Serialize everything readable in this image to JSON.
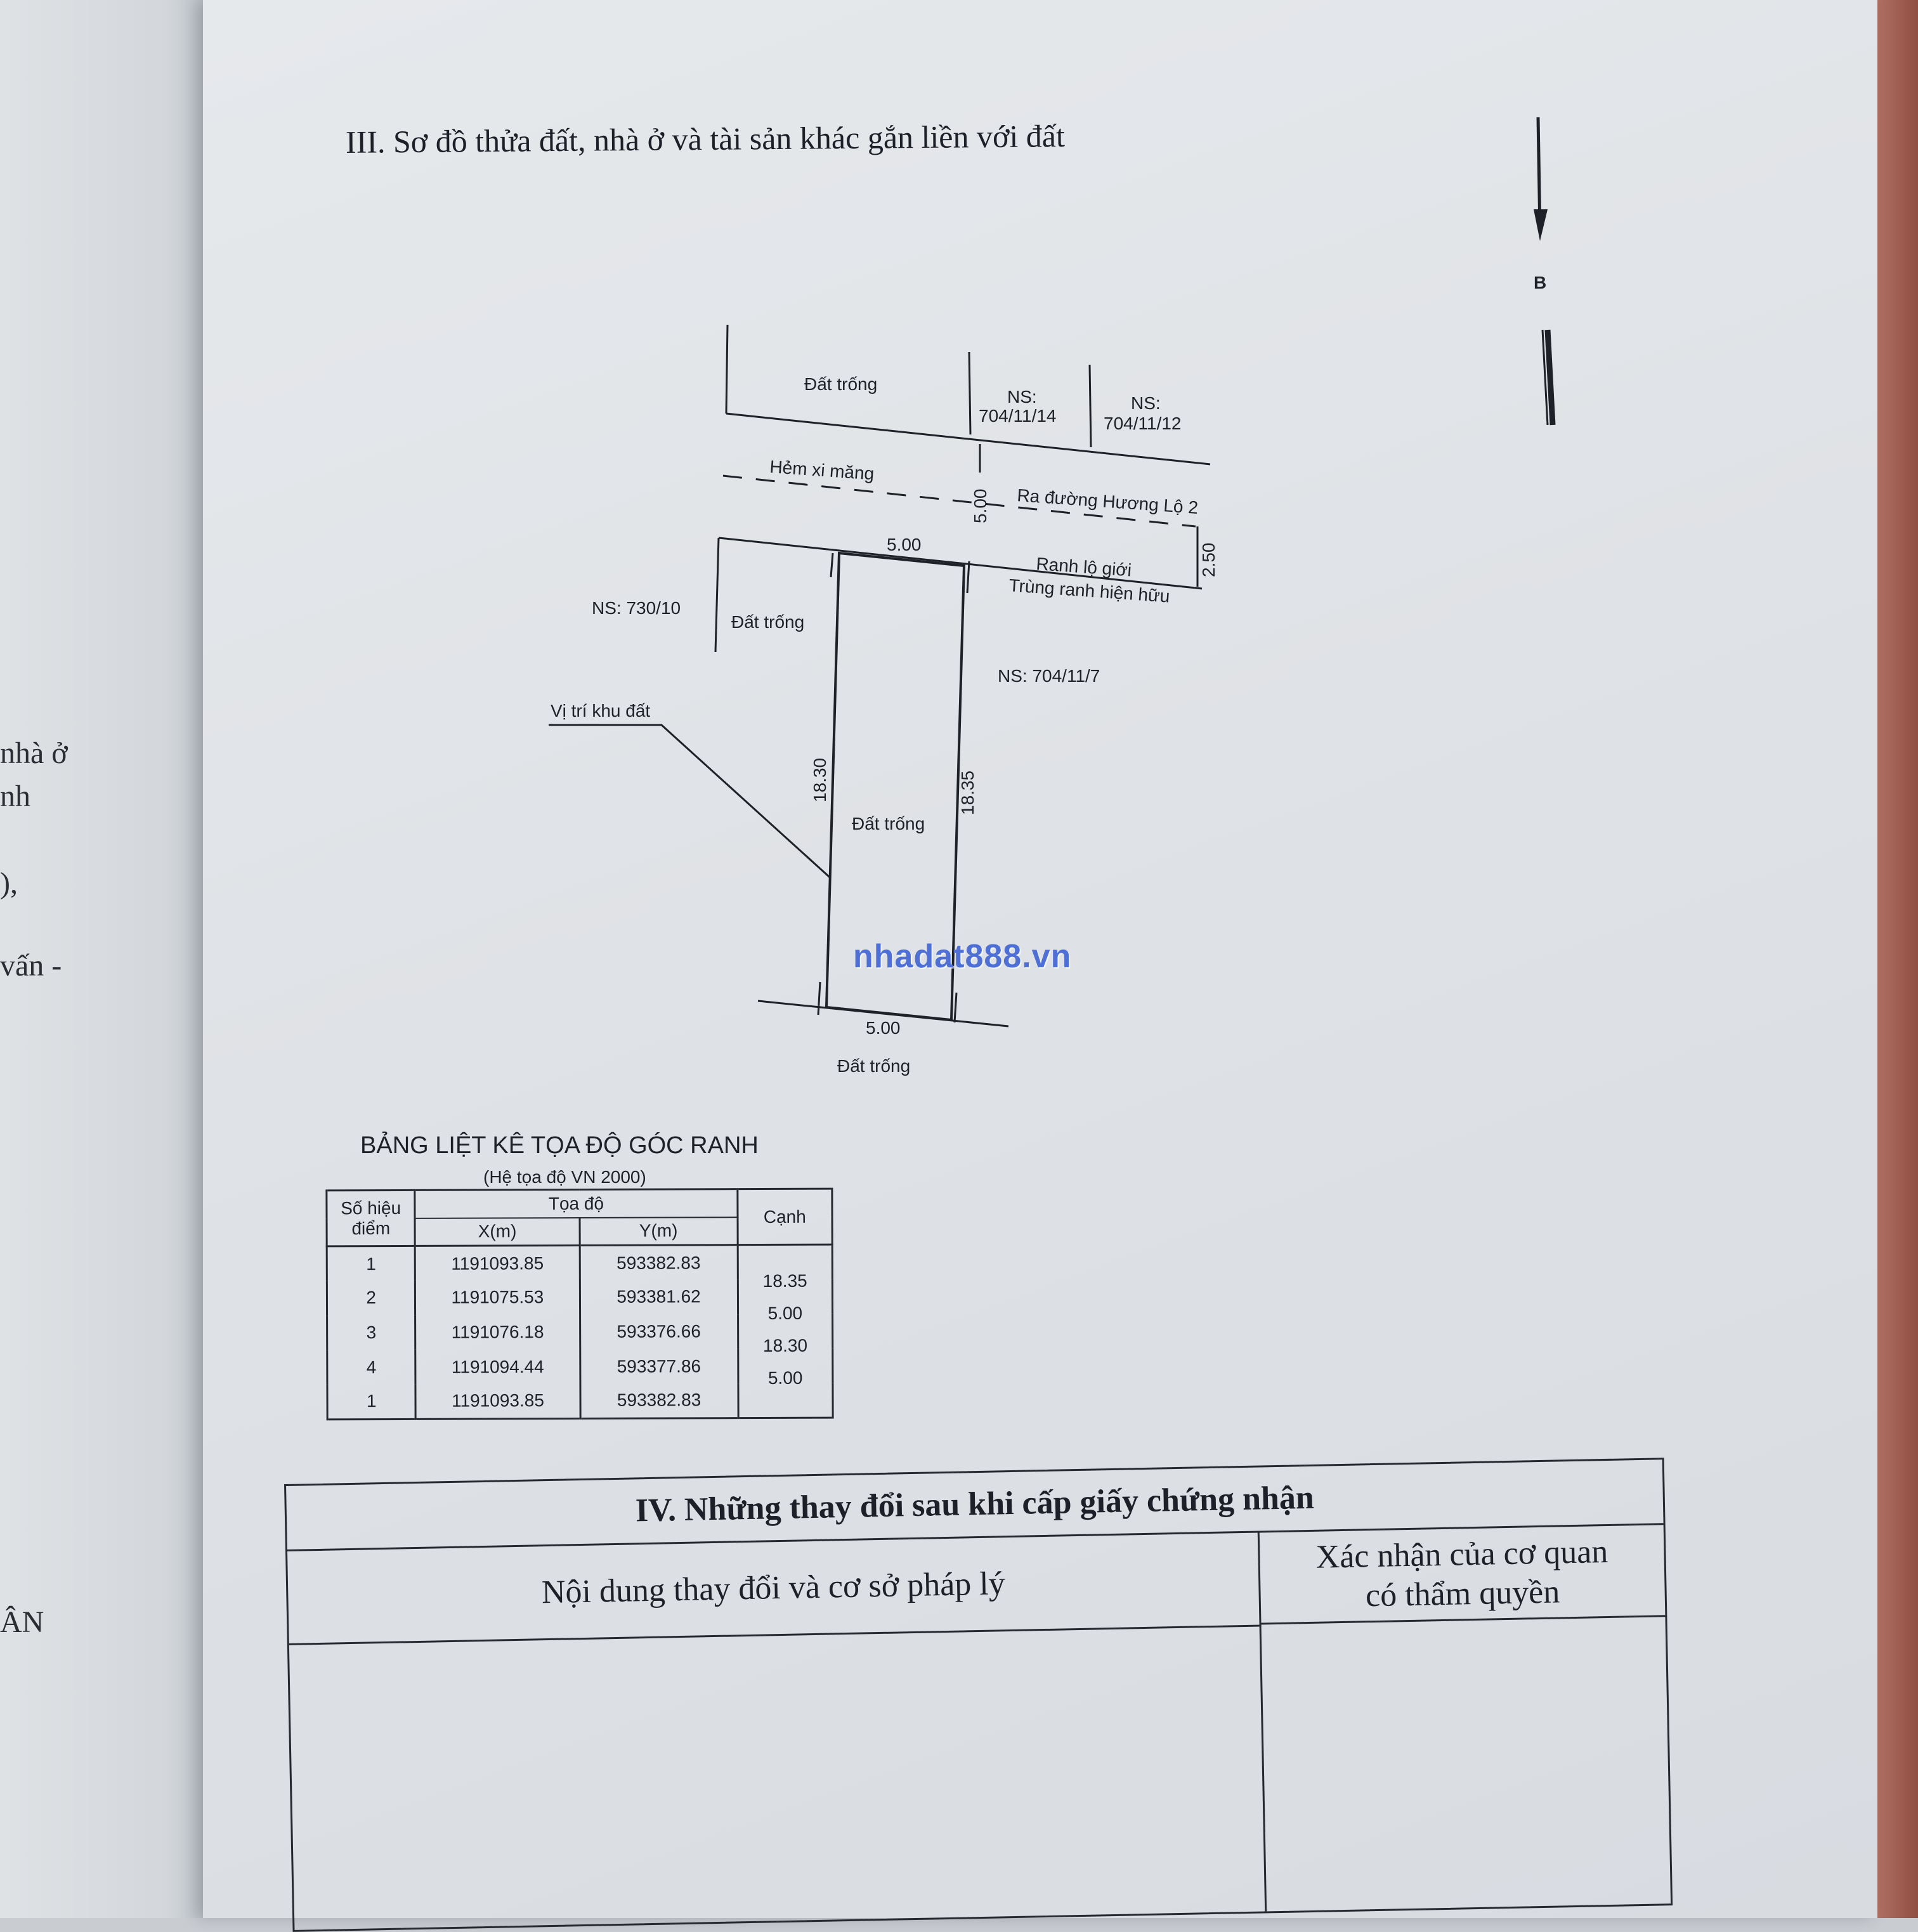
{
  "left_page_fragments": [
    "nhà ở",
    "nh",
    "),",
    "vấn -",
    "ÂN"
  ],
  "section_title": "III. Sơ đồ thửa đất, nhà ở và tài sản khác gắn liền với đất",
  "north_arrow_label": "B",
  "diagram": {
    "labels": {
      "vacant_top": "Đất trống",
      "ns_top_mid_1": "NS:",
      "ns_top_mid_2": "704/11/14",
      "ns_top_right_1": "NS:",
      "ns_top_right_2": "704/11/12",
      "alley": "Hẻm xi măng",
      "road": "Ra đường Hương Lộ 2",
      "alley_width": "5.00",
      "setback": "2.50",
      "front_width": "5.00",
      "boundary_1": "Ranh lộ giới",
      "boundary_2": "Trùng ranh hiện hữu",
      "ns_left": "NS: 730/10",
      "vacant_left": "Đất trống",
      "ns_right": "NS: 704/11/7",
      "location": "Vị trí khu đất",
      "left_side": "18.30",
      "right_side": "18.35",
      "vacant_plot": "Đất trống",
      "rear_width": "5.00",
      "vacant_bottom": "Đất trống"
    }
  },
  "watermark": "nhadat888.vn",
  "coord_table": {
    "title": "BẢNG LIỆT KÊ TỌA ĐỘ GÓC RANH",
    "subtitle": "(Hệ tọa độ VN 2000)",
    "header_point": "Số hiệu điểm",
    "header_coords": "Tọa độ",
    "header_x": "X(m)",
    "header_y": "Y(m)",
    "header_edge": "Cạnh",
    "rows": [
      {
        "point": "1",
        "x": "1191093.85",
        "y": "593382.83"
      },
      {
        "point": "2",
        "x": "1191075.53",
        "y": "593381.62"
      },
      {
        "point": "3",
        "x": "1191076.18",
        "y": "593376.66"
      },
      {
        "point": "4",
        "x": "1191094.44",
        "y": "593377.86"
      },
      {
        "point": "1",
        "x": "1191093.85",
        "y": "593382.83"
      }
    ],
    "edges": [
      "18.35",
      "5.00",
      "18.30",
      "5.00"
    ]
  },
  "changes_section": {
    "title": "IV. Những thay đổi sau khi cấp giấy chứng nhận",
    "col_content": "Nội dung thay đổi và cơ sở pháp lý",
    "col_confirm_1": "Xác nhận của cơ quan",
    "col_confirm_2": "có thẩm quyền"
  }
}
